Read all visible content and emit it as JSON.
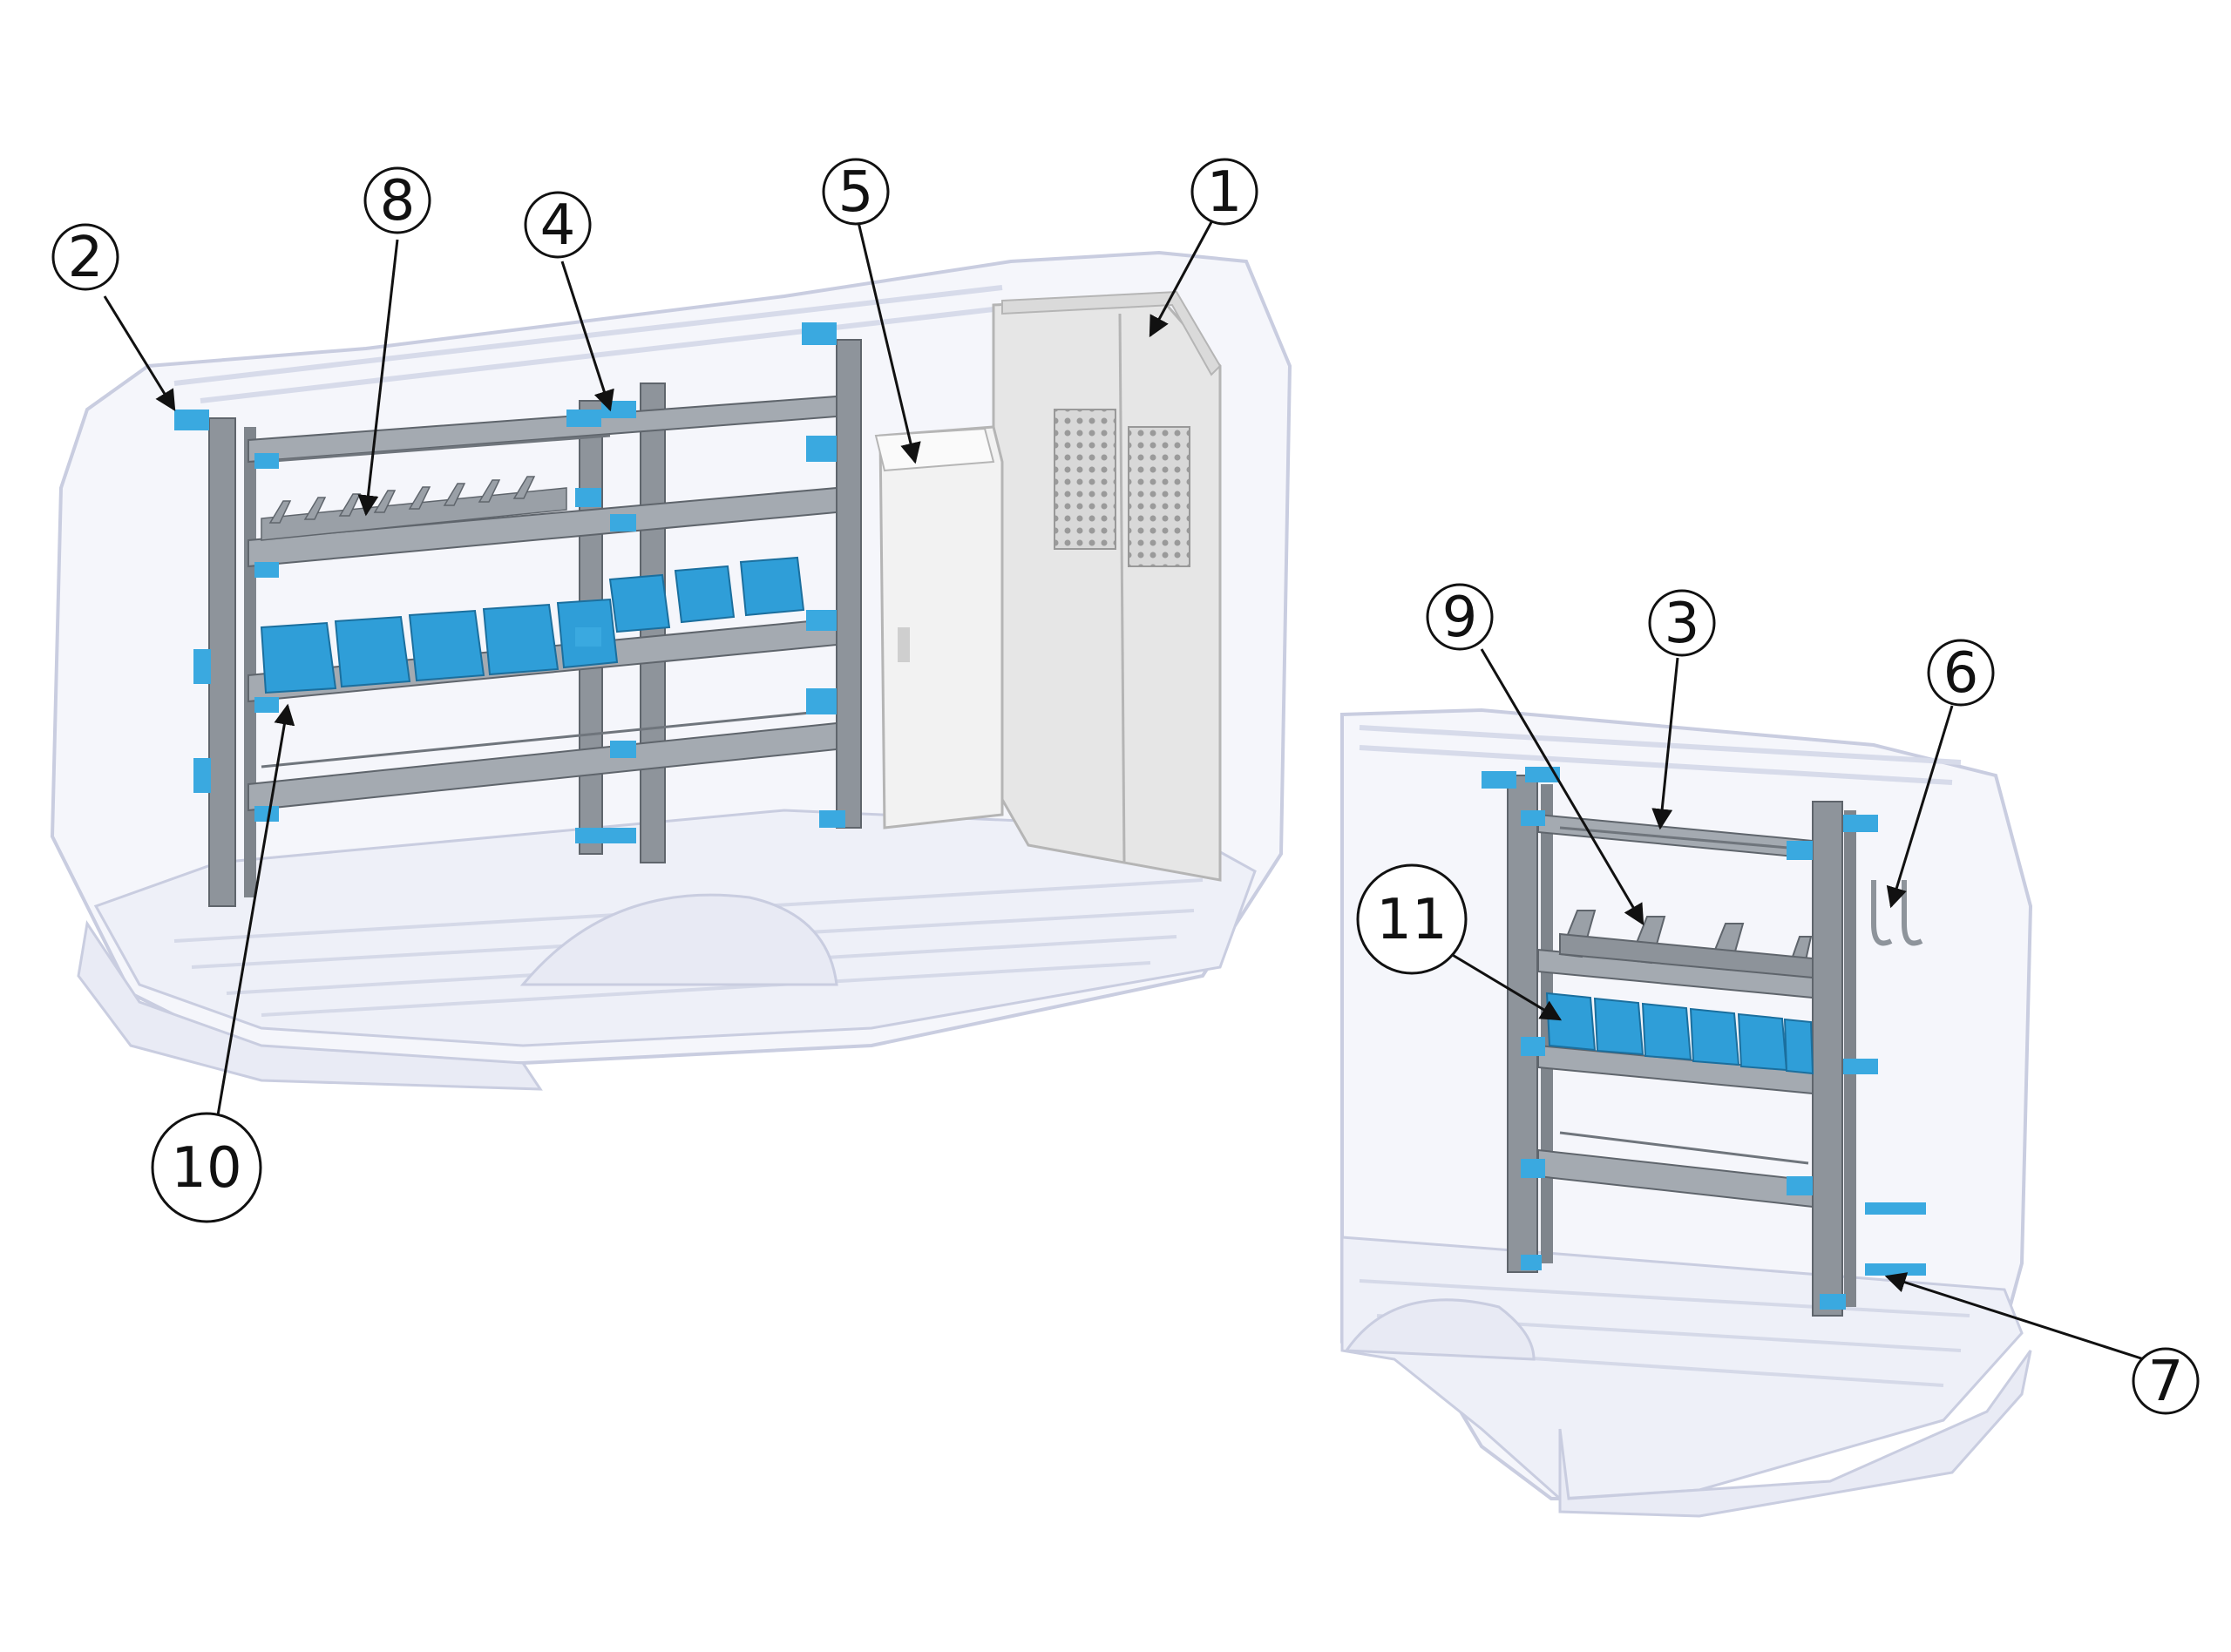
{
  "colors": {
    "van_fill": "#f5f6fb",
    "van_line": "#c9cde0",
    "steel": "#8e949b",
    "steel_dark": "#5f656c",
    "accent_blue": "#3aa9e0",
    "bin_blue": "#2f9ed8",
    "cabinet": "#f2f2f2",
    "partition": "#e6e6e6",
    "callout_line": "#111111"
  },
  "callouts": {
    "c1": "1",
    "c2": "2",
    "c3": "3",
    "c4": "4",
    "c5": "5",
    "c6": "6",
    "c7": "7",
    "c8": "8",
    "c9": "9",
    "c10": "10",
    "c11": "11"
  }
}
